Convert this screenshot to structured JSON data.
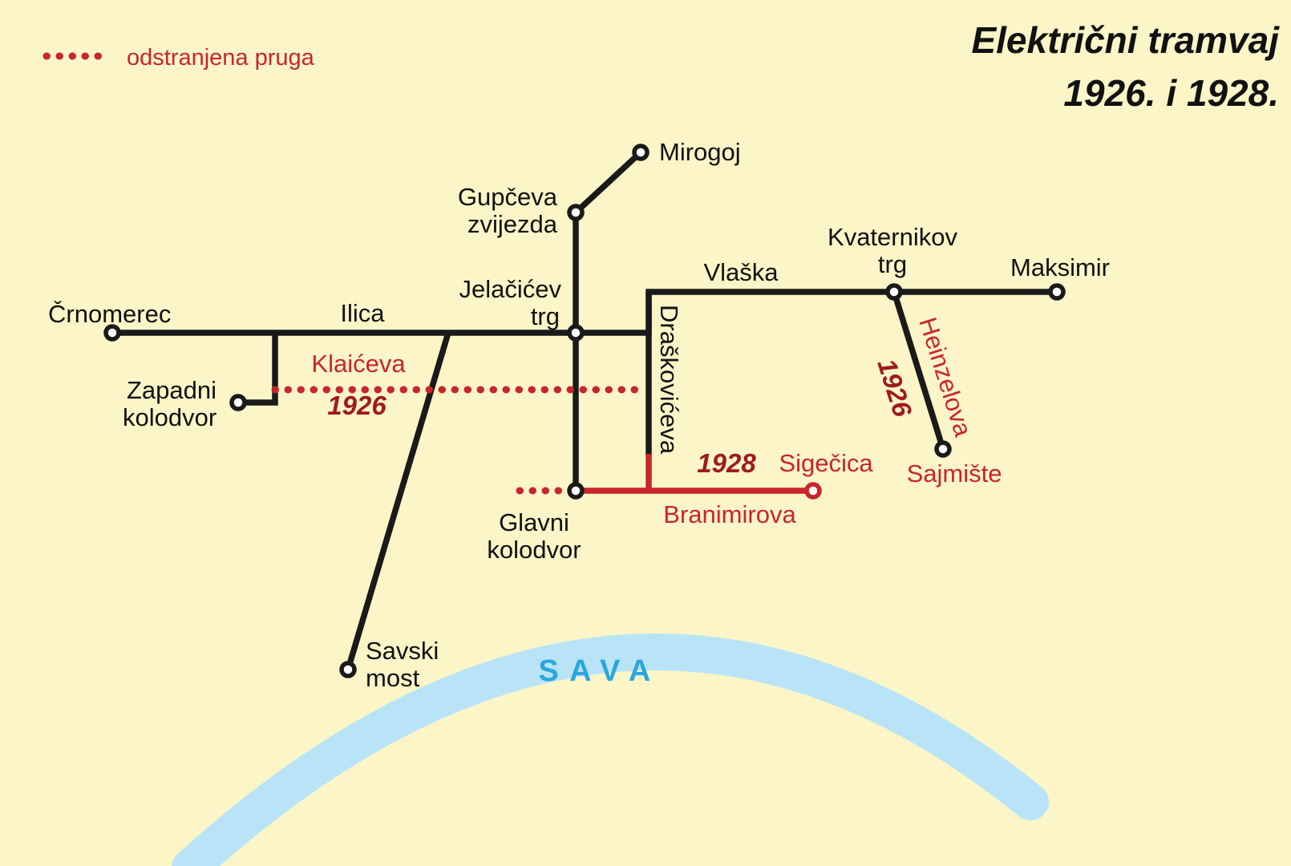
{
  "title": {
    "line1": "Električni tramvaj",
    "line2": "1926. i 1928."
  },
  "legend": {
    "removed_track": "odstranjena pruga"
  },
  "colors": {
    "background": "#FBF5C7",
    "ink": "#111111",
    "line": "#1A1A1A",
    "removed": "#C9252B",
    "year": "#9E1A1F",
    "river": "#B9E4F7",
    "river_text": "#2CA6DF"
  },
  "stations": {
    "crnomerec": "Črnomerec",
    "zapadni_kolodvor": {
      "line1": "Zapadni",
      "line2": "kolodvor"
    },
    "jelacicev_trg": {
      "line1": "Jelačićev",
      "line2": "trg"
    },
    "gupceva_zvijezda": {
      "line1": "Gupčeva",
      "line2": "zvijezda"
    },
    "mirogoj": "Mirogoj",
    "kvaternikov_trg": {
      "line1": "Kvaternikov",
      "line2": "trg"
    },
    "maksimir": "Maksimir",
    "savski_most": {
      "line1": "Savski",
      "line2": "most"
    },
    "glavni_kolodvor": {
      "line1": "Glavni",
      "line2": "kolodvor"
    },
    "sigecica": "Sigečica",
    "sajmiste": "Sajmište"
  },
  "streets": {
    "ilica": "Ilica",
    "vlaska": "Vlaška",
    "draskoviceva": "Draškovićeva",
    "klaiceva": "Klaićeva",
    "branimirova": "Branimirova",
    "heinzelova": "Heinzelova"
  },
  "years": {
    "klaiceva": "1926",
    "heinzelova": "1926",
    "branimirova": "1928"
  },
  "river": {
    "name": "SAVA"
  }
}
